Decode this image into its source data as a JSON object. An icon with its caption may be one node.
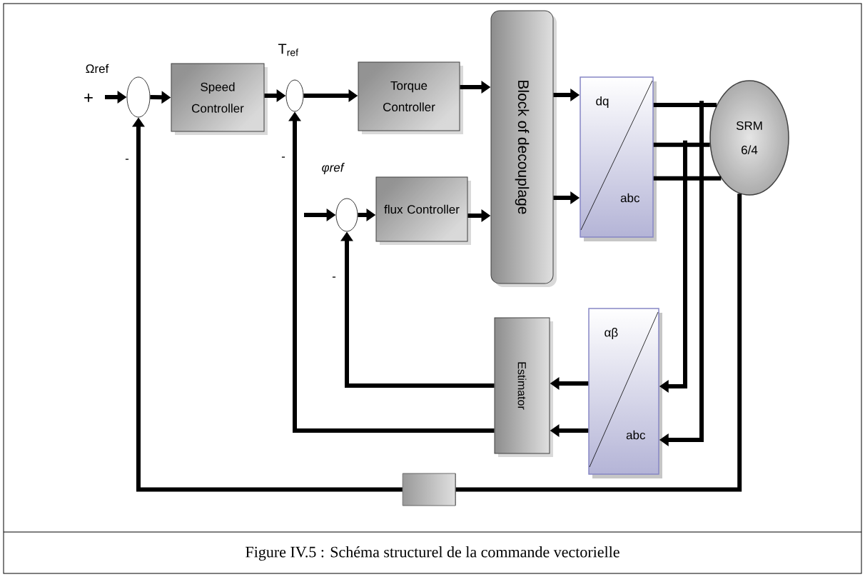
{
  "diagram": {
    "caption": "Figure IV.5 : Schéma structurel de la commande vectorielle",
    "nodes": [
      {
        "text": [],
        "shape": "circle"
      },
      {
        "text": [
          "Speed Controller"
        ]
      },
      {
        "text": [],
        "shape": "circle"
      },
      {
        "text": [
          "Torque Controller"
        ]
      },
      {
        "text": [],
        "shape": "circle"
      },
      {
        "text": [
          "flux Controller"
        ]
      },
      {
        "text": [
          "Block of decouplage"
        ]
      },
      {
        "text": [
          "dq",
          "abc"
        ]
      },
      {
        "text": [
          "SRM 6/4"
        ]
      },
      {
        "text": [
          "Estimator"
        ]
      },
      {
        "text": [
          "αβ",
          "abc"
        ]
      },
      {
        "text": [],
        "shape": "cylinder"
      }
    ],
    "edges": [
      {
        "from": null,
        "to": 0,
        "arrow": "to"
      },
      {
        "from": 0,
        "to": 1,
        "arrow": "to"
      },
      {
        "from": 1,
        "to": 2,
        "arrow": "to"
      },
      {
        "from": 2,
        "to": 3,
        "arrow": "to"
      },
      {
        "from": 3,
        "to": 6,
        "arrow": "to"
      },
      {
        "from": null,
        "to": 4,
        "arrow": "to"
      },
      {
        "from": 4,
        "to": 5,
        "arrow": "to"
      },
      {
        "from": 5,
        "to": 6,
        "arrow": "to"
      },
      {
        "from": 6,
        "to": 7,
        "arrow": "to"
      },
      {
        "from": 6,
        "to": 7,
        "arrow": "to"
      },
      {
        "from": 7,
        "to": 8,
        "arrow": "none"
      },
      {
        "from": 7,
        "to": 8,
        "arrow": "none"
      },
      {
        "from": 7,
        "to": 8,
        "arrow": "none"
      },
      {
        "from": 8,
        "to": 10,
        "arrow": "to"
      },
      {
        "from": 8,
        "to": 10,
        "arrow": "to"
      },
      {
        "from": 10,
        "to": 9,
        "arrow": "to"
      },
      {
        "from": 10,
        "to": 9,
        "arrow": "to"
      },
      {
        "from": 9,
        "to": 4,
        "arrow": "to"
      },
      {
        "from": 9,
        "to": 2,
        "arrow": "to"
      },
      {
        "from": 8,
        "to": 11,
        "arrow": "none"
      },
      {
        "from": 11,
        "to": 0,
        "arrow": "to"
      }
    ],
    "labels": [
      "Ωref",
      "+",
      "-",
      "T$_{ref}$",
      "-",
      "φref",
      "-"
    ]
  }
}
